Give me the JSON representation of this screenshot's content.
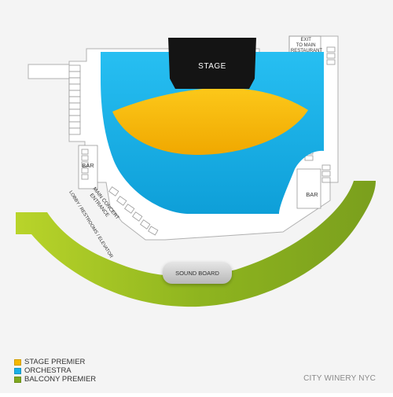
{
  "map": {
    "stage_label": "STAGE",
    "sound_board_label": "SOUND BOARD",
    "bar_left_label": "BAR",
    "bar_right_label": "BAR",
    "exit_label_lines": [
      "EXIT",
      "TO MAIN",
      "RESTAURANT"
    ],
    "entrance_label_lines": [
      "MAIN CONCERT",
      "ENTRANCE"
    ],
    "lobby_label": "LOBBY / RESTROOMS / ELEVATOR"
  },
  "legend": {
    "items": [
      {
        "label": "STAGE PREMIER",
        "color": "#f5b800"
      },
      {
        "label": "ORCHESTRA",
        "color": "#1ab0e8"
      },
      {
        "label": "BALCONY PREMIER",
        "color": "#7fa81f"
      }
    ]
  },
  "venue_name": "CITY WINERY NYC",
  "colors": {
    "stage": "#141414",
    "orchestra": "#1ab0e8",
    "stage_premier": "#f5b800",
    "balcony_premier": "#7fa81f",
    "sound_board": "#c8c8c8",
    "floor": "#ffffff",
    "background": "#f4f4f4",
    "outline": "#9a9a9a"
  }
}
